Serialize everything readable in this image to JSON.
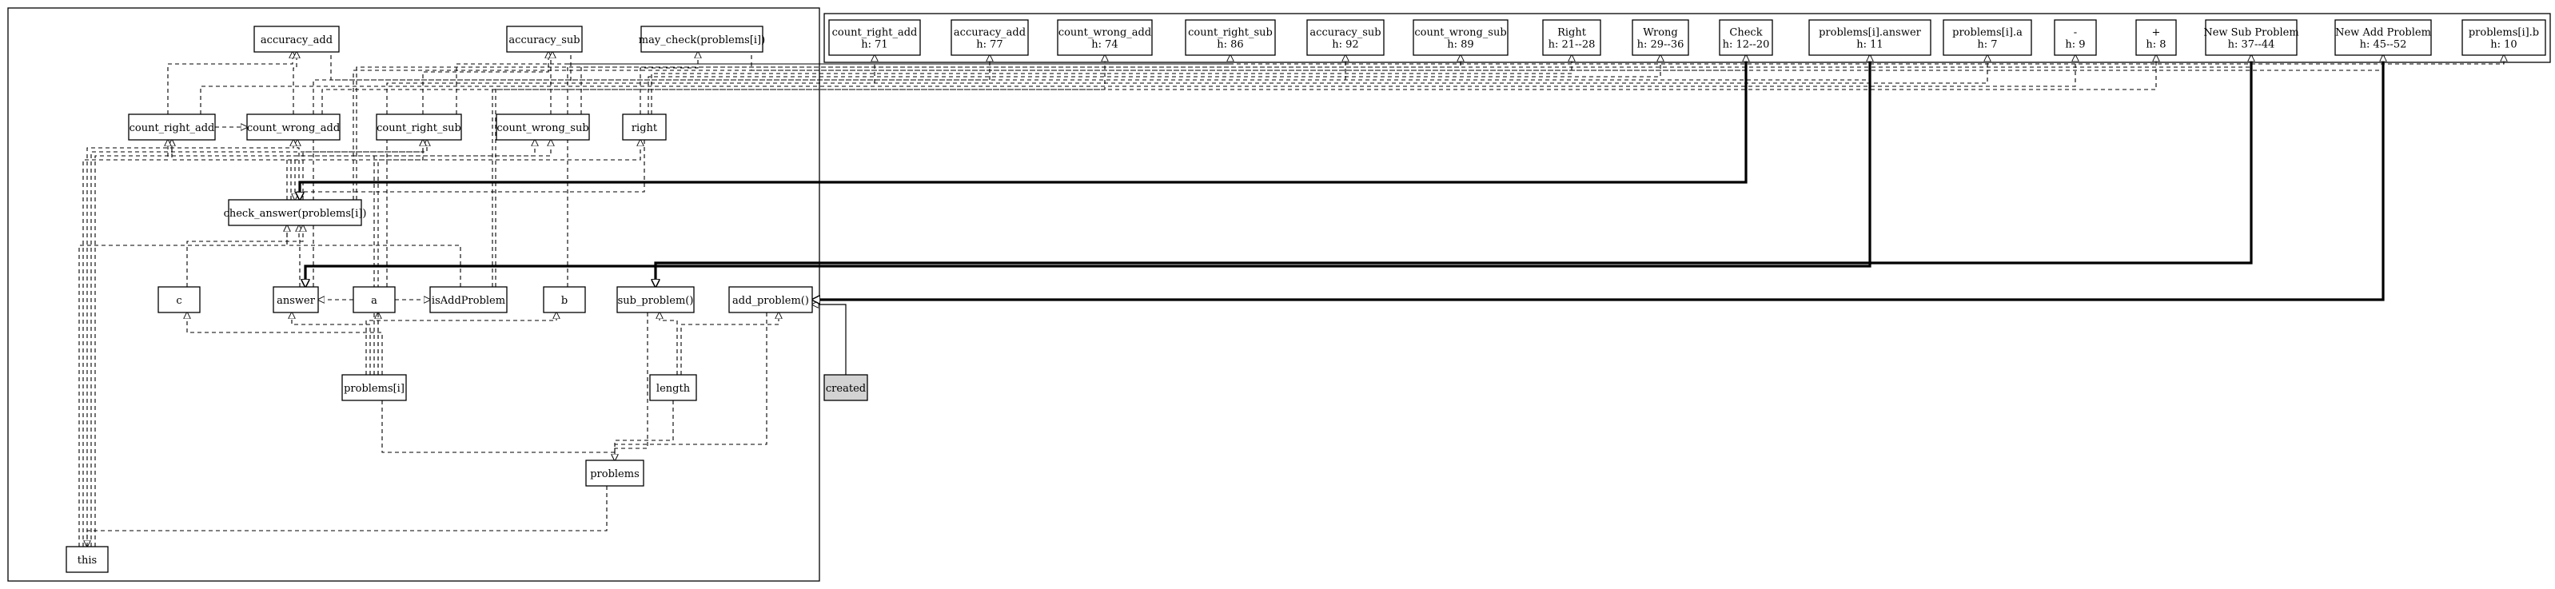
{
  "nodes": [
    {
      "id": "accuracy_add",
      "lines": [
        "accuracy_add"
      ]
    },
    {
      "id": "accuracy_sub",
      "lines": [
        "accuracy_sub"
      ]
    },
    {
      "id": "may_check",
      "lines": [
        "may_check(problems[i])"
      ]
    },
    {
      "id": "count_right_add",
      "lines": [
        "count_right_add"
      ]
    },
    {
      "id": "count_wrong_add",
      "lines": [
        "count_wrong_add"
      ]
    },
    {
      "id": "count_right_sub",
      "lines": [
        "count_right_sub"
      ]
    },
    {
      "id": "count_wrong_sub",
      "lines": [
        "count_wrong_sub"
      ]
    },
    {
      "id": "right",
      "lines": [
        "right"
      ]
    },
    {
      "id": "check_answer",
      "lines": [
        "check_answer(problems[i])"
      ]
    },
    {
      "id": "c",
      "lines": [
        "c"
      ]
    },
    {
      "id": "answer",
      "lines": [
        "answer"
      ]
    },
    {
      "id": "a",
      "lines": [
        "a"
      ]
    },
    {
      "id": "isAddProblem",
      "lines": [
        "isAddProblem"
      ]
    },
    {
      "id": "b",
      "lines": [
        "b"
      ]
    },
    {
      "id": "sub_problem",
      "lines": [
        "sub_problem()"
      ]
    },
    {
      "id": "add_problem",
      "lines": [
        "add_problem()"
      ]
    },
    {
      "id": "problems_i",
      "lines": [
        "problems[i]"
      ]
    },
    {
      "id": "length",
      "lines": [
        "length"
      ]
    },
    {
      "id": "problems",
      "lines": [
        "problems"
      ]
    },
    {
      "id": "this",
      "lines": [
        "this"
      ]
    },
    {
      "id": "created",
      "lines": [
        "created"
      ],
      "gray": true
    },
    {
      "id": "ui_count_right_add",
      "lines": [
        "count_right_add",
        "h: 71"
      ],
      "ui": true
    },
    {
      "id": "ui_accuracy_add",
      "lines": [
        "accuracy_add",
        "h: 77"
      ],
      "ui": true
    },
    {
      "id": "ui_count_wrong_add",
      "lines": [
        "count_wrong_add",
        "h: 74"
      ],
      "ui": true
    },
    {
      "id": "ui_count_right_sub",
      "lines": [
        "count_right_sub",
        "h: 86"
      ],
      "ui": true
    },
    {
      "id": "ui_accuracy_sub",
      "lines": [
        "accuracy_sub",
        "h: 92"
      ],
      "ui": true
    },
    {
      "id": "ui_count_wrong_sub",
      "lines": [
        "count_wrong_sub",
        "h: 89"
      ],
      "ui": true
    },
    {
      "id": "ui_right",
      "lines": [
        "Right",
        "h: 21--28"
      ],
      "ui": true
    },
    {
      "id": "ui_wrong",
      "lines": [
        "Wrong",
        "h: 29--36"
      ],
      "ui": true
    },
    {
      "id": "ui_check",
      "lines": [
        "Check",
        "h: 12--20"
      ],
      "ui": true
    },
    {
      "id": "ui_answer",
      "lines": [
        "problems[i].answer",
        "h: 11"
      ],
      "ui": true
    },
    {
      "id": "ui_a",
      "lines": [
        "problems[i].a",
        "h: 7"
      ],
      "ui": true
    },
    {
      "id": "ui_minus",
      "lines": [
        "-",
        "h: 9"
      ],
      "ui": true
    },
    {
      "id": "ui_plus",
      "lines": [
        "+",
        "h: 8"
      ],
      "ui": true
    },
    {
      "id": "ui_newsub",
      "lines": [
        "New Sub Problem",
        "h: 37--44"
      ],
      "ui": true
    },
    {
      "id": "ui_newadd",
      "lines": [
        "New Add Problem",
        "h: 45--52"
      ],
      "ui": true
    },
    {
      "id": "ui_b",
      "lines": [
        "problems[i].b",
        "h: 10"
      ],
      "ui": true
    }
  ],
  "edges": [
    {
      "from": "count_right_add",
      "to": "accuracy_add",
      "style": "dashed"
    },
    {
      "from": "count_wrong_add",
      "to": "accuracy_add",
      "style": "dashed"
    },
    {
      "from": "count_right_sub",
      "to": "accuracy_sub",
      "style": "dashed"
    },
    {
      "from": "count_wrong_sub",
      "to": "accuracy_sub",
      "style": "dashed"
    },
    {
      "from": "count_right_add",
      "to": "count_wrong_add",
      "style": "dashed"
    },
    {
      "from": "right",
      "to": "may_check",
      "style": "dashed"
    },
    {
      "from": "check_answer",
      "to": "count_right_add",
      "style": "dashed"
    },
    {
      "from": "check_answer",
      "to": "count_wrong_add",
      "style": "dashed"
    },
    {
      "from": "check_answer",
      "to": "count_right_sub",
      "style": "dashed"
    },
    {
      "from": "check_answer",
      "to": "count_wrong_sub",
      "style": "dashed"
    },
    {
      "from": "check_answer",
      "to": "right",
      "style": "dashed"
    },
    {
      "from": "right",
      "to": "check_answer",
      "style": "dashed"
    },
    {
      "from": "answer",
      "to": "check_answer",
      "style": "dashed"
    },
    {
      "from": "c",
      "to": "check_answer",
      "style": "dashed"
    },
    {
      "from": "isAddProblem",
      "to": "check_answer",
      "style": "dashed"
    },
    {
      "from": "a",
      "to": "answer",
      "style": "dashed"
    },
    {
      "from": "a",
      "to": "isAddProblem",
      "style": "dashed"
    },
    {
      "from": "problems_i",
      "to": "a",
      "style": "dashed"
    },
    {
      "from": "problems_i",
      "to": "c",
      "style": "dashed"
    },
    {
      "from": "problems_i",
      "to": "b",
      "style": "dashed"
    },
    {
      "from": "problems_i",
      "to": "answer",
      "style": "dashed"
    },
    {
      "from": "problems_i",
      "to": "count_right_add",
      "style": "dashed"
    },
    {
      "from": "problems_i",
      "to": "count_right_sub",
      "style": "dashed"
    },
    {
      "from": "problems_i",
      "to": "problems",
      "style": "dashed"
    },
    {
      "from": "sub_problem",
      "to": "problems",
      "style": "dashed"
    },
    {
      "from": "add_problem",
      "to": "problems",
      "style": "dashed"
    },
    {
      "from": "length",
      "to": "problems",
      "style": "dashed"
    },
    {
      "from": "length",
      "to": "sub_problem",
      "style": "dashed"
    },
    {
      "from": "length",
      "to": "add_problem",
      "style": "dashed"
    },
    {
      "from": "problems",
      "to": "this",
      "style": "dashed"
    },
    {
      "from": "this",
      "to": "count_right_add",
      "style": "dashed"
    },
    {
      "from": "this",
      "to": "count_wrong_add",
      "style": "dashed"
    },
    {
      "from": "this",
      "to": "count_right_sub",
      "style": "dashed"
    },
    {
      "from": "this",
      "to": "count_wrong_sub",
      "style": "dashed"
    },
    {
      "from": "this",
      "to": "check_answer",
      "style": "dashed"
    },
    {
      "from": "created",
      "to": "add_problem",
      "style": "solid"
    },
    {
      "from": "ui_check",
      "to": "check_answer",
      "style": "bold"
    },
    {
      "from": "ui_answer",
      "to": "answer",
      "style": "bold"
    },
    {
      "from": "ui_newsub",
      "to": "sub_problem",
      "style": "bold"
    },
    {
      "from": "ui_newadd",
      "to": "add_problem",
      "style": "bold"
    },
    {
      "from": "accuracy_add",
      "to": "ui_accuracy_add",
      "style": "dashed"
    },
    {
      "from": "accuracy_sub",
      "to": "ui_accuracy_sub",
      "style": "dashed"
    },
    {
      "from": "count_right_add",
      "to": "ui_count_right_add",
      "style": "dashed"
    },
    {
      "from": "count_wrong_add",
      "to": "ui_count_wrong_add",
      "style": "dashed"
    },
    {
      "from": "count_right_sub",
      "to": "ui_count_right_sub",
      "style": "dashed"
    },
    {
      "from": "count_wrong_sub",
      "to": "ui_count_wrong_sub",
      "style": "dashed"
    },
    {
      "from": "may_check",
      "to": "ui_check",
      "style": "dashed"
    },
    {
      "from": "right",
      "to": "ui_right",
      "style": "dashed"
    },
    {
      "from": "right",
      "to": "ui_wrong",
      "style": "dashed"
    },
    {
      "from": "answer",
      "to": "ui_answer",
      "style": "dashed"
    },
    {
      "from": "a",
      "to": "ui_a",
      "style": "dashed"
    },
    {
      "from": "isAddProblem",
      "to": "ui_minus",
      "style": "dashed"
    },
    {
      "from": "isAddProblem",
      "to": "ui_plus",
      "style": "dashed"
    },
    {
      "from": "b",
      "to": "ui_b",
      "style": "dashed"
    },
    {
      "from": "check_answer",
      "to": "ui_newsub",
      "style": "dashed"
    },
    {
      "from": "check_answer",
      "to": "ui_newadd",
      "style": "dashed"
    }
  ]
}
